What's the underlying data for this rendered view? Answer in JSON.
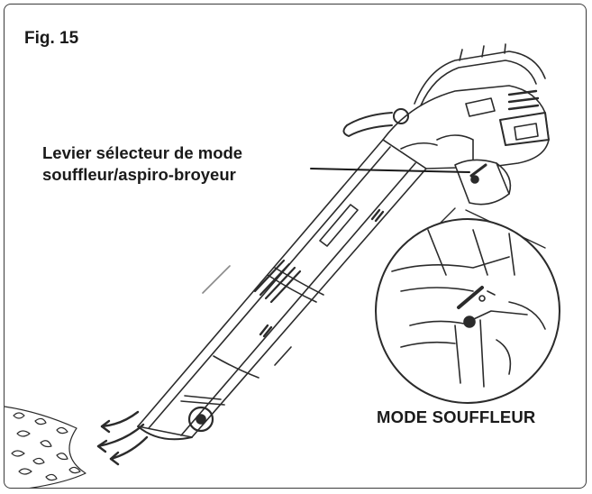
{
  "figure": {
    "label": "Fig. 15",
    "callout_line1": "Levier sélecteur de mode",
    "callout_line2": "souffleur/aspiro-broyeur",
    "detail_label": "MODE SOUFFLEUR"
  },
  "colors": {
    "ink": "#1a1a1a",
    "line": "#2b2b2b",
    "light_line": "#8a8a8a",
    "paper": "#ffffff"
  },
  "icons": [
    "air-flow-arrows-icon",
    "leaf-pile-icon",
    "lever-knob-icon"
  ]
}
